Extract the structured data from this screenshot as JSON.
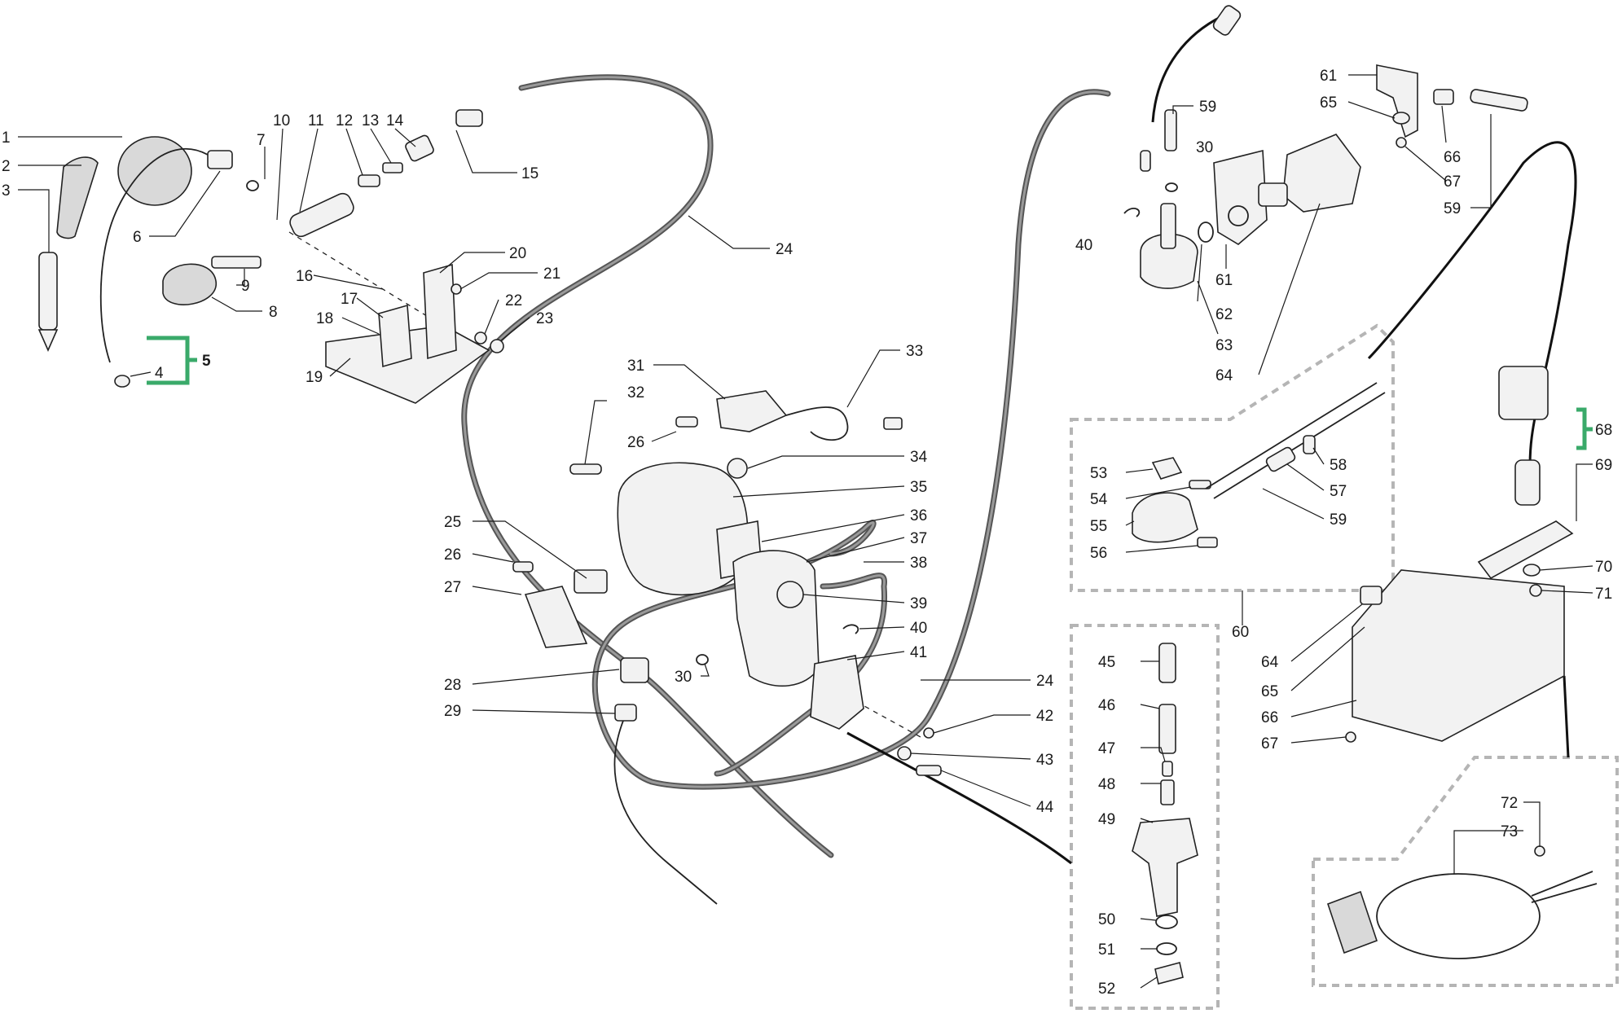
{
  "accent_group_color": "#3aaa6a",
  "callouts": [
    {
      "id": "c1",
      "text": "1"
    },
    {
      "id": "c2",
      "text": "2"
    },
    {
      "id": "c3",
      "text": "3"
    },
    {
      "id": "c4",
      "text": "4"
    },
    {
      "id": "c5",
      "text": "5"
    },
    {
      "id": "c6",
      "text": "6"
    },
    {
      "id": "c7",
      "text": "7"
    },
    {
      "id": "c8",
      "text": "8"
    },
    {
      "id": "c9",
      "text": "9"
    },
    {
      "id": "c10",
      "text": "10"
    },
    {
      "id": "c11",
      "text": "11"
    },
    {
      "id": "c12",
      "text": "12"
    },
    {
      "id": "c13",
      "text": "13"
    },
    {
      "id": "c14",
      "text": "14"
    },
    {
      "id": "c15",
      "text": "15"
    },
    {
      "id": "c16",
      "text": "16"
    },
    {
      "id": "c17",
      "text": "17"
    },
    {
      "id": "c18",
      "text": "18"
    },
    {
      "id": "c19",
      "text": "19"
    },
    {
      "id": "c20",
      "text": "20"
    },
    {
      "id": "c21",
      "text": "21"
    },
    {
      "id": "c22",
      "text": "22"
    },
    {
      "id": "c23",
      "text": "23"
    },
    {
      "id": "c24a",
      "text": "24"
    },
    {
      "id": "c24b",
      "text": "24"
    },
    {
      "id": "c25",
      "text": "25"
    },
    {
      "id": "c26a",
      "text": "26"
    },
    {
      "id": "c26b",
      "text": "26"
    },
    {
      "id": "c27",
      "text": "27"
    },
    {
      "id": "c28",
      "text": "28"
    },
    {
      "id": "c29",
      "text": "29"
    },
    {
      "id": "c30a",
      "text": "30"
    },
    {
      "id": "c30b",
      "text": "30"
    },
    {
      "id": "c31",
      "text": "31"
    },
    {
      "id": "c32",
      "text": "32"
    },
    {
      "id": "c33",
      "text": "33"
    },
    {
      "id": "c34",
      "text": "34"
    },
    {
      "id": "c35",
      "text": "35"
    },
    {
      "id": "c36",
      "text": "36"
    },
    {
      "id": "c37",
      "text": "37"
    },
    {
      "id": "c38",
      "text": "38"
    },
    {
      "id": "c39",
      "text": "39"
    },
    {
      "id": "c40a",
      "text": "40"
    },
    {
      "id": "c40b",
      "text": "40"
    },
    {
      "id": "c41",
      "text": "41"
    },
    {
      "id": "c42",
      "text": "42"
    },
    {
      "id": "c43",
      "text": "43"
    },
    {
      "id": "c44",
      "text": "44"
    },
    {
      "id": "c45",
      "text": "45"
    },
    {
      "id": "c46",
      "text": "46"
    },
    {
      "id": "c47",
      "text": "47"
    },
    {
      "id": "c48",
      "text": "48"
    },
    {
      "id": "c49",
      "text": "49"
    },
    {
      "id": "c50",
      "text": "50"
    },
    {
      "id": "c51",
      "text": "51"
    },
    {
      "id": "c52",
      "text": "52"
    },
    {
      "id": "c53",
      "text": "53"
    },
    {
      "id": "c54",
      "text": "54"
    },
    {
      "id": "c55",
      "text": "55"
    },
    {
      "id": "c56",
      "text": "56"
    },
    {
      "id": "c57",
      "text": "57"
    },
    {
      "id": "c58",
      "text": "58"
    },
    {
      "id": "c59a",
      "text": "59"
    },
    {
      "id": "c59b",
      "text": "59"
    },
    {
      "id": "c59c",
      "text": "59"
    },
    {
      "id": "c60",
      "text": "60"
    },
    {
      "id": "c61a",
      "text": "61"
    },
    {
      "id": "c61b",
      "text": "61"
    },
    {
      "id": "c62",
      "text": "62"
    },
    {
      "id": "c63",
      "text": "63"
    },
    {
      "id": "c64a",
      "text": "64"
    },
    {
      "id": "c64b",
      "text": "64"
    },
    {
      "id": "c65a",
      "text": "65"
    },
    {
      "id": "c65b",
      "text": "65"
    },
    {
      "id": "c66a",
      "text": "66"
    },
    {
      "id": "c66b",
      "text": "66"
    },
    {
      "id": "c67a",
      "text": "67"
    },
    {
      "id": "c67b",
      "text": "67"
    },
    {
      "id": "c68",
      "text": "68"
    },
    {
      "id": "c69",
      "text": "69"
    },
    {
      "id": "c70",
      "text": "70"
    },
    {
      "id": "c71",
      "text": "71"
    },
    {
      "id": "c72",
      "text": "72"
    },
    {
      "id": "c73",
      "text": "73"
    }
  ]
}
